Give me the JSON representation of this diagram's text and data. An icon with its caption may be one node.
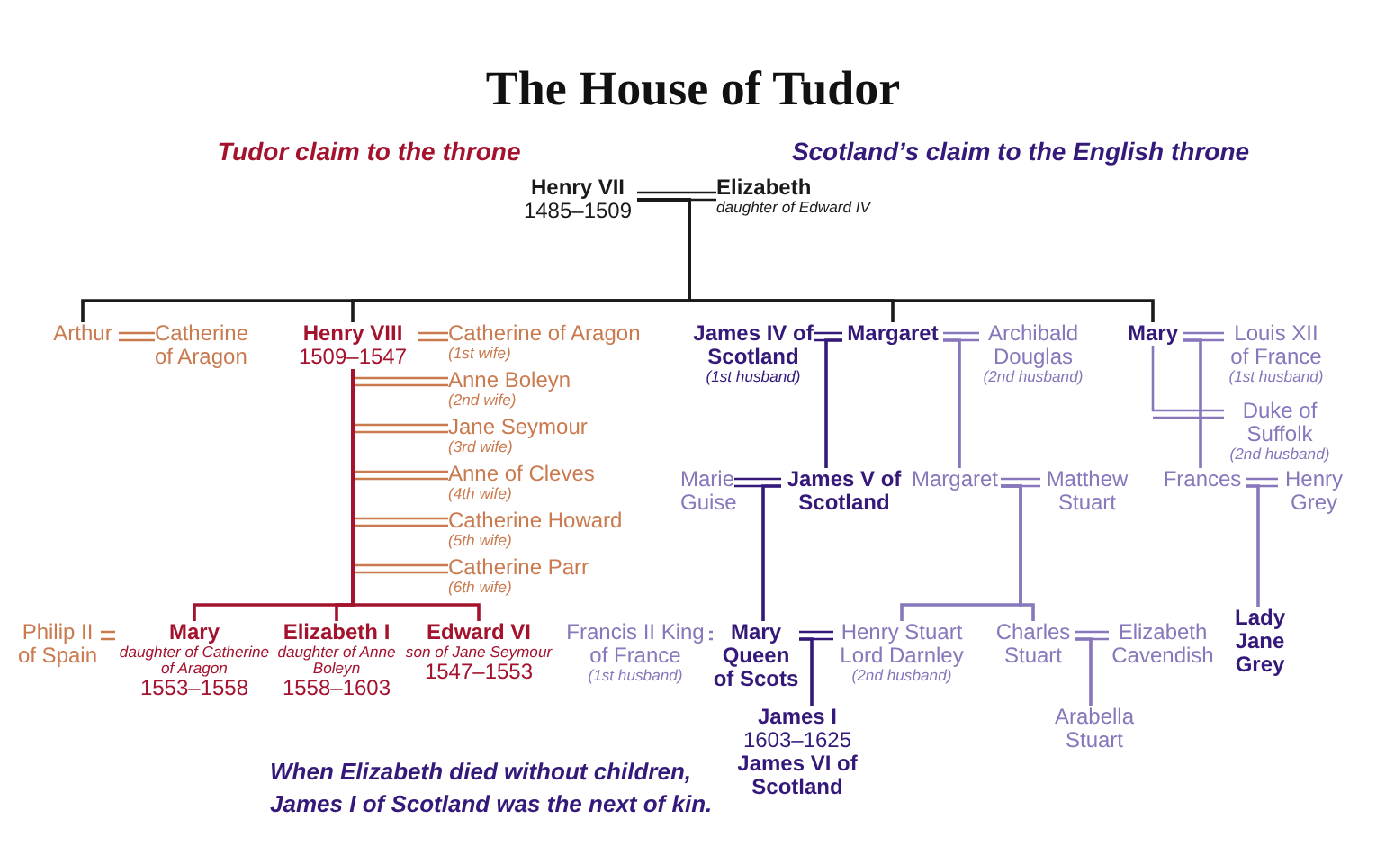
{
  "diagram": {
    "title": "The House of Tudor",
    "nodes": [
      {
        "text": [
          "Henry VII",
          "1485–1509"
        ]
      },
      {
        "text": [
          "Elizabeth",
          "daughter of Edward IV"
        ]
      },
      {
        "text": [
          "Arthur"
        ]
      },
      {
        "text": [
          "Catherine of Aragon"
        ]
      },
      {
        "text": [
          "Henry VIII",
          "1509–1547"
        ]
      },
      {
        "text": [
          "Catherine of Aragon",
          "(1st wife)"
        ]
      },
      {
        "text": [
          "Anne Boleyn",
          "(2nd wife)"
        ]
      },
      {
        "text": [
          "Jane Seymour",
          "(3rd wife)"
        ]
      },
      {
        "text": [
          "Anne of Cleves",
          "(4th wife)"
        ]
      },
      {
        "text": [
          "Catherine Howard",
          "(5th wife)"
        ]
      },
      {
        "text": [
          "Catherine Parr",
          "(6th wife)"
        ]
      },
      {
        "text": [
          "James IV of Scotland",
          "(1st husband)"
        ]
      },
      {
        "text": [
          "Margaret"
        ]
      },
      {
        "text": [
          "Archibald Douglas",
          "(2nd husband)"
        ]
      },
      {
        "text": [
          "Mary"
        ]
      },
      {
        "text": [
          "Louis XII of France",
          "(1st husband)"
        ]
      },
      {
        "text": [
          "Duke of Suffolk",
          "(2nd husband)"
        ]
      },
      {
        "text": [
          "Marie Guise"
        ]
      },
      {
        "text": [
          "James V of Scotland"
        ]
      },
      {
        "text": [
          "Margaret"
        ]
      },
      {
        "text": [
          "Matthew Stuart"
        ]
      },
      {
        "text": [
          "Frances"
        ]
      },
      {
        "text": [
          "Henry Grey"
        ]
      },
      {
        "text": [
          "Philip II of Spain"
        ]
      },
      {
        "text": [
          "Mary",
          "daughter of Catherine of Aragon",
          "1553–1558"
        ]
      },
      {
        "text": [
          "Elizabeth I",
          "daughter of Anne Boleyn",
          "1558–1603"
        ]
      },
      {
        "text": [
          "Edward VI",
          "son of Jane Seymour",
          "1547–1553"
        ]
      },
      {
        "text": [
          "Francis II King of France",
          "(1st husband)"
        ]
      },
      {
        "text": [
          "Mary Queen of Scots"
        ]
      },
      {
        "text": [
          "Henry Stuart Lord Darnley",
          "(2nd husband)"
        ]
      },
      {
        "text": [
          "Charles Stuart"
        ]
      },
      {
        "text": [
          "Elizabeth Cavendish"
        ]
      },
      {
        "text": [
          "Lady Jane Grey"
        ]
      },
      {
        "text": [
          "James I",
          "1603–1625",
          "James VI of Scotland"
        ]
      },
      {
        "text": [
          "Arabella Stuart"
        ]
      }
    ],
    "edges": [
      {
        "from": 0,
        "to": 1,
        "arrow": "none",
        "color": "#1a1a1a"
      },
      {
        "from": 0,
        "to": 2,
        "arrow": "none",
        "color": "#1a1a1a"
      },
      {
        "from": 0,
        "to": 4,
        "arrow": "none",
        "color": "#1a1a1a"
      },
      {
        "from": 0,
        "to": 12,
        "arrow": "none",
        "color": "#1a1a1a"
      },
      {
        "from": 0,
        "to": 14,
        "arrow": "none",
        "color": "#1a1a1a"
      },
      {
        "from": 2,
        "to": 3,
        "arrow": "none",
        "color": "#c97a4f"
      },
      {
        "from": 4,
        "to": 5,
        "arrow": "none",
        "color": "#c97a4f"
      },
      {
        "from": 4,
        "to": 6,
        "arrow": "none",
        "color": "#c97a4f"
      },
      {
        "from": 4,
        "to": 7,
        "arrow": "none",
        "color": "#c97a4f"
      },
      {
        "from": 4,
        "to": 8,
        "arrow": "none",
        "color": "#c97a4f"
      },
      {
        "from": 4,
        "to": 9,
        "arrow": "none",
        "color": "#c97a4f"
      },
      {
        "from": 4,
        "to": 10,
        "arrow": "none",
        "color": "#c97a4f"
      },
      {
        "from": 11,
        "to": 12,
        "arrow": "none",
        "color": "#35197a"
      },
      {
        "from": 12,
        "to": 13,
        "arrow": "none"
      },
      {
        "from": 14,
        "to": 15,
        "arrow": "none"
      },
      {
        "from": 14,
        "to": 16,
        "arrow": "none"
      },
      {
        "from": 12,
        "to": 18,
        "arrow": "none",
        "color": "#35197a"
      },
      {
        "from": 12,
        "to": 19,
        "arrow": "none"
      },
      {
        "from": 14,
        "to": 21,
        "arrow": "none"
      },
      {
        "from": 17,
        "to": 18,
        "arrow": "none",
        "color": "#35197a"
      },
      {
        "from": 19,
        "to": 20,
        "arrow": "none"
      },
      {
        "from": 21,
        "to": 22,
        "arrow": "none"
      },
      {
        "from": 18,
        "to": 28,
        "arrow": "none",
        "color": "#35197a"
      },
      {
        "from": 19,
        "to": 29,
        "arrow": "none"
      },
      {
        "from": 19,
        "to": 30,
        "arrow": "none"
      },
      {
        "from": 21,
        "to": 32,
        "arrow": "none"
      },
      {
        "from": 4,
        "to": 24,
        "arrow": "none",
        "color": "#a3132e"
      },
      {
        "from": 4,
        "to": 25,
        "arrow": "none",
        "color": "#a3132e"
      },
      {
        "from": 4,
        "to": 26,
        "arrow": "none",
        "color": "#a3132e"
      },
      {
        "from": 23,
        "to": 24,
        "arrow": "none",
        "color": "#c97a4f"
      },
      {
        "from": 27,
        "to": 28,
        "arrow": "none"
      },
      {
        "from": 28,
        "to": 29,
        "arrow": "none",
        "color": "#35197a"
      },
      {
        "from": 28,
        "to": 33,
        "arrow": "none",
        "color": "#35197a"
      },
      {
        "from": 30,
        "to": 31,
        "arrow": "none"
      },
      {
        "from": 30,
        "to": 34,
        "arrow": "none"
      }
    ],
    "labels": [
      "Tudor claim to the throne",
      "Scotland’s claim to the English throne",
      "When Elizabeth died without children, James I of Scotland was the next of kin."
    ]
  }
}
